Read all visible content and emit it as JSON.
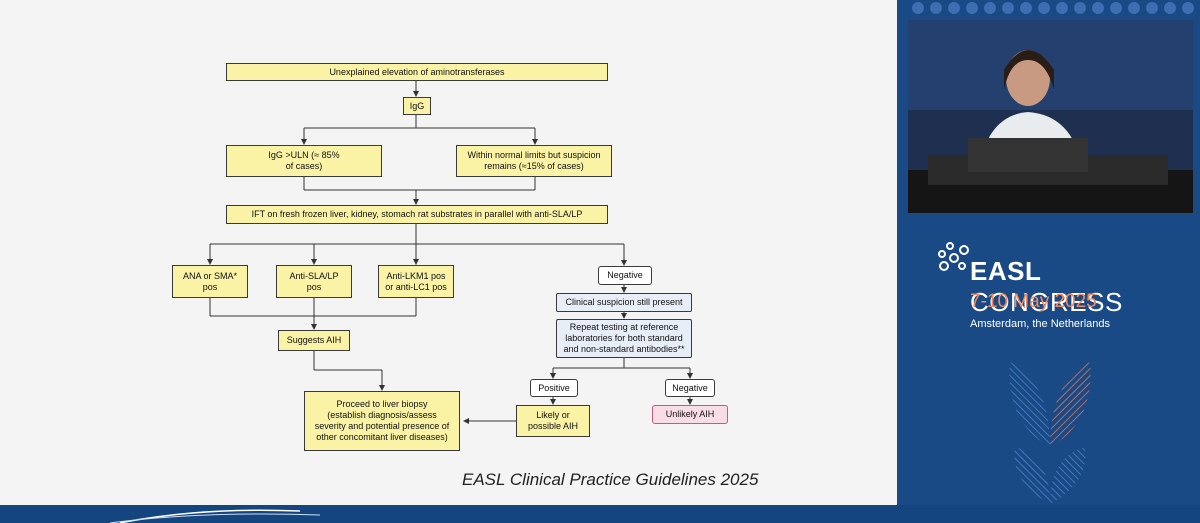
{
  "flowchart": {
    "start": "Unexplained elevation of aminotransferases",
    "igg": "IgG",
    "igg_high": "IgG >ULN (≈ 85%\nof  cases)",
    "igg_normal": "Within normal limits but suspicion\nremains (≈15% of cases)",
    "ift": "IFT on fresh frozen liver, kidney, stomach rat substrates in parallel with anti-SLA/LP",
    "ana": "ANA or SMA*\npos",
    "sla": "Anti-SLA/LP\npos",
    "lkm": "Anti-LKM1 pos\nor anti-LC1 pos",
    "negative": "Negative",
    "suspicion": "Clinical suspicion still present",
    "repeat": "Repeat testing at reference\nlaboratories for both standard\nand non-standard antibodies**",
    "suggests": "Suggests AIH",
    "positive": "Positive",
    "negative2": "Negative",
    "biopsy": "Proceed to liver biopsy\n(establish diagnosis/assess\nseverity and potential presence of\nother concomitant liver diseases)",
    "likely": "Likely or\npossible AIH",
    "unlikely": "Unlikely AIH"
  },
  "citation": "EASL Clinical Practice Guidelines 2025",
  "branding": {
    "name_bold": "EASL",
    "name_rest": " CONGRESS",
    "dates": "7-10 May 2025",
    "location": "Amsterdam, the Netherlands"
  },
  "colors": {
    "slide_bg": "#f4f4f4",
    "panel_bg": "#1a4a86",
    "yellow_box": "#faf3a6",
    "pink_box": "#f9dde6",
    "accent_orange": "#f08a5c"
  }
}
